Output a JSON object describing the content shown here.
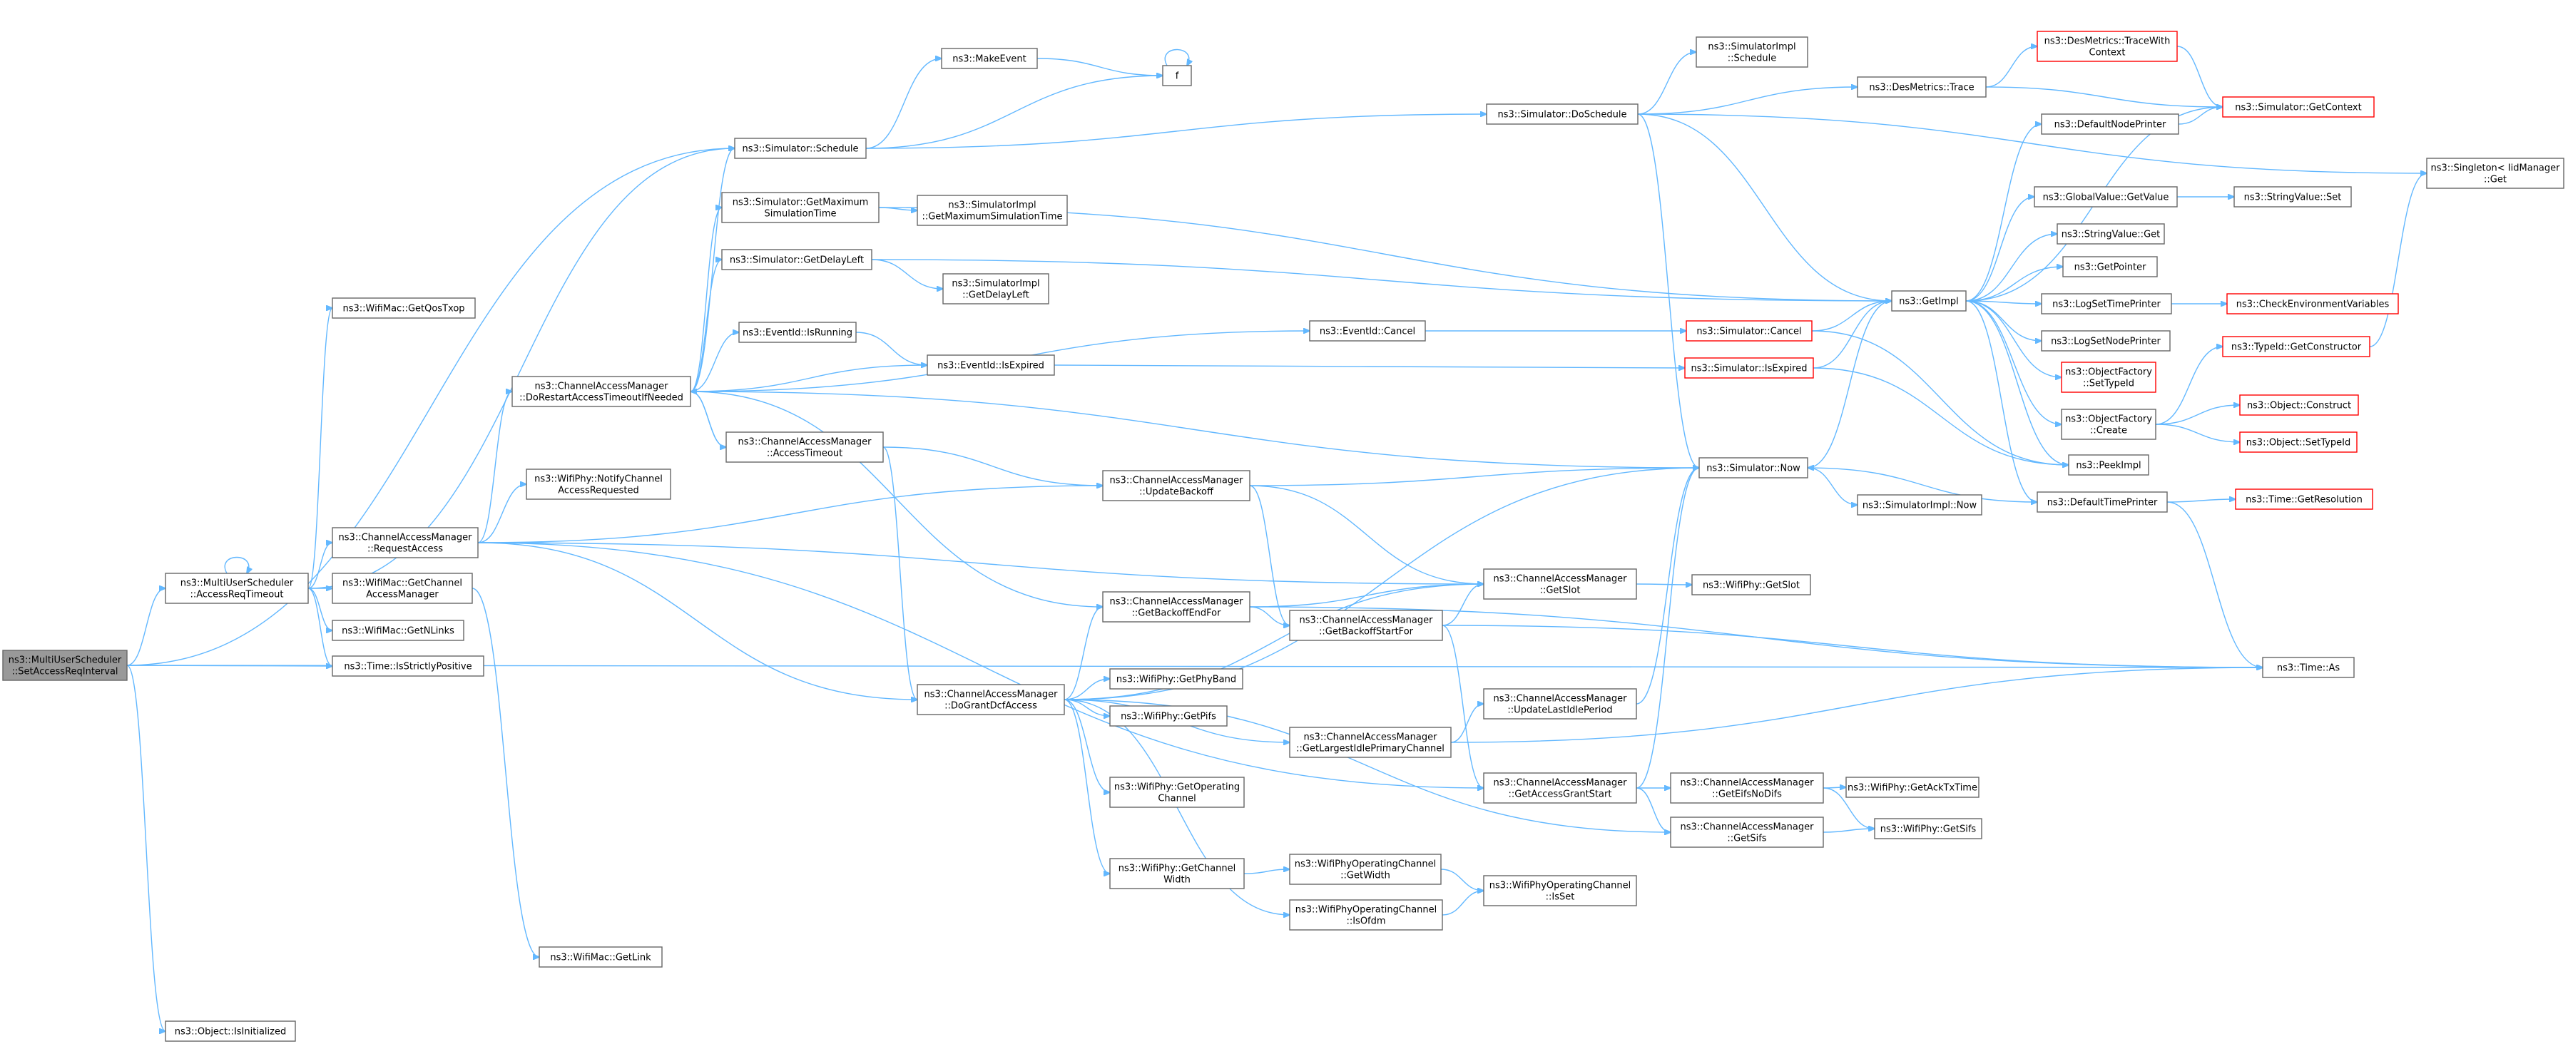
{
  "graph": {
    "nodes": [
      {
        "id": "root",
        "lines": [
          "ns3::MultiUserScheduler",
          "::SetAccessReqInterval"
        ],
        "style": "root"
      },
      {
        "id": "murto",
        "lines": [
          "ns3::MultiUserScheduler",
          "::AccessReqTimeout"
        ]
      },
      {
        "id": "objinit",
        "lines": [
          "ns3::Object::IsInitialized"
        ]
      },
      {
        "id": "strict",
        "lines": [
          "ns3::Time::IsStrictlyPositive"
        ]
      },
      {
        "id": "getnlinks",
        "lines": [
          "ns3::WifiMac::GetNLinks"
        ]
      },
      {
        "id": "getcam",
        "lines": [
          "ns3::WifiMac::GetChannel",
          "AccessManager"
        ]
      },
      {
        "id": "getqos",
        "lines": [
          "ns3::WifiMac::GetQosTxop"
        ]
      },
      {
        "id": "reqacc",
        "lines": [
          "ns3::ChannelAccessManager",
          "::RequestAccess"
        ]
      },
      {
        "id": "getlink",
        "lines": [
          "ns3::WifiMac::GetLink"
        ]
      },
      {
        "id": "notify",
        "lines": [
          "ns3::WifiPhy::NotifyChannel",
          "AccessRequested"
        ]
      },
      {
        "id": "dorestart",
        "lines": [
          "ns3::ChannelAccessManager",
          "::DoRestartAccessTimeoutIfNeeded"
        ]
      },
      {
        "id": "schedule",
        "lines": [
          "ns3::Simulator::Schedule"
        ]
      },
      {
        "id": "makeevent",
        "lines": [
          "ns3::MakeEvent"
        ]
      },
      {
        "id": "f",
        "lines": [
          "f"
        ]
      },
      {
        "id": "getmaxsim",
        "lines": [
          "ns3::Simulator::GetMaximum",
          "SimulationTime"
        ]
      },
      {
        "id": "simimpl_getmax",
        "lines": [
          "ns3::SimulatorImpl",
          "::GetMaximumSimulationTime"
        ]
      },
      {
        "id": "getdelay",
        "lines": [
          "ns3::Simulator::GetDelayLeft"
        ]
      },
      {
        "id": "simimpl_getdelay",
        "lines": [
          "ns3::SimulatorImpl",
          "::GetDelayLeft"
        ]
      },
      {
        "id": "isrunning",
        "lines": [
          "ns3::EventId::IsRunning"
        ]
      },
      {
        "id": "isexpired",
        "lines": [
          "ns3::EventId::IsExpired"
        ]
      },
      {
        "id": "acctimeout",
        "lines": [
          "ns3::ChannelAccessManager",
          "::AccessTimeout"
        ]
      },
      {
        "id": "dogrant",
        "lines": [
          "ns3::ChannelAccessManager",
          "::DoGrantDcfAccess"
        ]
      },
      {
        "id": "updback",
        "lines": [
          "ns3::ChannelAccessManager",
          "::UpdateBackoff"
        ]
      },
      {
        "id": "getbackend",
        "lines": [
          "ns3::ChannelAccessManager",
          "::GetBackoffEndFor"
        ]
      },
      {
        "id": "getbackstart",
        "lines": [
          "ns3::ChannelAccessManager",
          "::GetBackoffStartFor"
        ]
      },
      {
        "id": "getphyband",
        "lines": [
          "ns3::WifiPhy::GetPhyBand"
        ]
      },
      {
        "id": "getpifs",
        "lines": [
          "ns3::WifiPhy::GetPifs"
        ]
      },
      {
        "id": "getopchan",
        "lines": [
          "ns3::WifiPhy::GetOperating",
          "Channel"
        ]
      },
      {
        "id": "getchanwidth",
        "lines": [
          "ns3::WifiPhy::GetChannel",
          "Width"
        ]
      },
      {
        "id": "wpoc_getwidth",
        "lines": [
          "ns3::WifiPhyOperatingChannel",
          "::GetWidth"
        ]
      },
      {
        "id": "wpoc_isofdm",
        "lines": [
          "ns3::WifiPhyOperatingChannel",
          "::IsOfdm"
        ]
      },
      {
        "id": "wpoc_isset",
        "lines": [
          "ns3::WifiPhyOperatingChannel",
          "::IsSet"
        ]
      },
      {
        "id": "getlargest",
        "lines": [
          "ns3::ChannelAccessManager",
          "::GetLargestIdlePrimaryChannel"
        ]
      },
      {
        "id": "updlastidle",
        "lines": [
          "ns3::ChannelAccessManager",
          "::UpdateLastIdlePeriod"
        ]
      },
      {
        "id": "getaccgrant",
        "lines": [
          "ns3::ChannelAccessManager",
          "::GetAccessGrantStart"
        ]
      },
      {
        "id": "geteifs",
        "lines": [
          "ns3::ChannelAccessManager",
          "::GetEifsNoDifs"
        ]
      },
      {
        "id": "cam_getsifs",
        "lines": [
          "ns3::ChannelAccessManager",
          "::GetSifs"
        ]
      },
      {
        "id": "getacktx",
        "lines": [
          "ns3::WifiPhy::GetAckTxTime"
        ]
      },
      {
        "id": "phy_getsifs",
        "lines": [
          "ns3::WifiPhy::GetSifs"
        ]
      },
      {
        "id": "cam_getslot",
        "lines": [
          "ns3::ChannelAccessManager",
          "::GetSlot"
        ]
      },
      {
        "id": "phy_getslot",
        "lines": [
          "ns3::WifiPhy::GetSlot"
        ]
      },
      {
        "id": "eventcancel",
        "lines": [
          "ns3::EventId::Cancel"
        ]
      },
      {
        "id": "simcancel",
        "lines": [
          "ns3::Simulator::Cancel"
        ],
        "style": "trunc"
      },
      {
        "id": "simisexpired",
        "lines": [
          "ns3::Simulator::IsExpired"
        ],
        "style": "trunc"
      },
      {
        "id": "simnow",
        "lines": [
          "ns3::Simulator::Now"
        ]
      },
      {
        "id": "simimplnow",
        "lines": [
          "ns3::SimulatorImpl::Now"
        ]
      },
      {
        "id": "doschedule",
        "lines": [
          "ns3::Simulator::DoSchedule"
        ]
      },
      {
        "id": "simimpl_sched",
        "lines": [
          "ns3::SimulatorImpl",
          "::Schedule"
        ]
      },
      {
        "id": "desmtrace",
        "lines": [
          "ns3::DesMetrics::Trace"
        ]
      },
      {
        "id": "desmtracectx",
        "lines": [
          "ns3::DesMetrics::TraceWith",
          "Context"
        ],
        "style": "trunc"
      },
      {
        "id": "getcontext",
        "lines": [
          "ns3::Simulator::GetContext"
        ],
        "style": "trunc"
      },
      {
        "id": "getimpl",
        "lines": [
          "ns3::GetImpl"
        ]
      },
      {
        "id": "defnodeprinter",
        "lines": [
          "ns3::DefaultNodePrinter"
        ]
      },
      {
        "id": "gvgetvalue",
        "lines": [
          "ns3::GlobalValue::GetValue"
        ]
      },
      {
        "id": "strvalset",
        "lines": [
          "ns3::StringValue::Set"
        ]
      },
      {
        "id": "strvalget",
        "lines": [
          "ns3::StringValue::Get"
        ]
      },
      {
        "id": "getpointer",
        "lines": [
          "ns3::GetPointer"
        ]
      },
      {
        "id": "logsettime",
        "lines": [
          "ns3::LogSetTimePrinter"
        ]
      },
      {
        "id": "checkenv",
        "lines": [
          "ns3::CheckEnvironmentVariables"
        ],
        "style": "trunc"
      },
      {
        "id": "logsetnode",
        "lines": [
          "ns3::LogSetNodePrinter"
        ]
      },
      {
        "id": "objfact_settype",
        "lines": [
          "ns3::ObjectFactory",
          "::SetTypeId"
        ],
        "style": "trunc"
      },
      {
        "id": "objfact_create",
        "lines": [
          "ns3::ObjectFactory",
          "::Create"
        ]
      },
      {
        "id": "peekimpl",
        "lines": [
          "ns3::PeekImpl"
        ]
      },
      {
        "id": "deftimeprinter",
        "lines": [
          "ns3::DefaultTimePrinter"
        ]
      },
      {
        "id": "getresolution",
        "lines": [
          "ns3::Time::GetResolution"
        ],
        "style": "trunc"
      },
      {
        "id": "typeid_getctor",
        "lines": [
          "ns3::TypeId::GetConstructor"
        ],
        "style": "trunc"
      },
      {
        "id": "objconstruct",
        "lines": [
          "ns3::Object::Construct"
        ],
        "style": "trunc"
      },
      {
        "id": "objsettype",
        "lines": [
          "ns3::Object::SetTypeId"
        ],
        "style": "trunc"
      },
      {
        "id": "singleton",
        "lines": [
          "ns3::Singleton< IidManager",
          "::Get"
        ]
      },
      {
        "id": "timeas",
        "lines": [
          "ns3::Time::As"
        ]
      }
    ],
    "edges": [
      [
        "root",
        "murto"
      ],
      [
        "root",
        "schedule"
      ],
      [
        "root",
        "strict"
      ],
      [
        "root",
        "objinit"
      ],
      [
        "root",
        "timeas"
      ],
      [
        "murto",
        "murto"
      ],
      [
        "murto",
        "getqos"
      ],
      [
        "murto",
        "reqacc"
      ],
      [
        "murto",
        "getcam"
      ],
      [
        "murto",
        "getnlinks"
      ],
      [
        "murto",
        "strict"
      ],
      [
        "murto",
        "schedule"
      ],
      [
        "getcam",
        "getlink"
      ],
      [
        "reqacc",
        "dorestart"
      ],
      [
        "reqacc",
        "notify"
      ],
      [
        "reqacc",
        "updback"
      ],
      [
        "reqacc",
        "cam_getslot"
      ],
      [
        "reqacc",
        "dogrant"
      ],
      [
        "reqacc",
        "getaccgrant"
      ],
      [
        "dorestart",
        "schedule"
      ],
      [
        "dorestart",
        "getmaxsim"
      ],
      [
        "dorestart",
        "getdelay"
      ],
      [
        "dorestart",
        "isrunning"
      ],
      [
        "dorestart",
        "isexpired"
      ],
      [
        "dorestart",
        "eventcancel"
      ],
      [
        "dorestart",
        "acctimeout"
      ],
      [
        "dorestart",
        "simnow"
      ],
      [
        "dorestart",
        "getbackend"
      ],
      [
        "acctimeout",
        "dorestart"
      ],
      [
        "acctimeout",
        "updback"
      ],
      [
        "acctimeout",
        "dogrant"
      ],
      [
        "schedule",
        "makeevent"
      ],
      [
        "schedule",
        "f"
      ],
      [
        "schedule",
        "doschedule"
      ],
      [
        "makeevent",
        "f"
      ],
      [
        "f",
        "f"
      ],
      [
        "getmaxsim",
        "simimpl_getmax"
      ],
      [
        "getmaxsim",
        "getimpl"
      ],
      [
        "getdelay",
        "simimpl_getdelay"
      ],
      [
        "getdelay",
        "getimpl"
      ],
      [
        "isrunning",
        "isexpired"
      ],
      [
        "isexpired",
        "simisexpired"
      ],
      [
        "eventcancel",
        "simcancel"
      ],
      [
        "simcancel",
        "getimpl"
      ],
      [
        "simcancel",
        "peekimpl"
      ],
      [
        "simisexpired",
        "getimpl"
      ],
      [
        "simisexpired",
        "peekimpl"
      ],
      [
        "doschedule",
        "simimpl_sched"
      ],
      [
        "doschedule",
        "desmtrace"
      ],
      [
        "doschedule",
        "getimpl"
      ],
      [
        "doschedule",
        "simnow"
      ],
      [
        "doschedule",
        "singleton"
      ],
      [
        "desmtrace",
        "desmtracectx"
      ],
      [
        "desmtrace",
        "getcontext"
      ],
      [
        "desmtracectx",
        "getcontext"
      ],
      [
        "dogrant",
        "simnow"
      ],
      [
        "dogrant",
        "getbackend"
      ],
      [
        "dogrant",
        "getphyband"
      ],
      [
        "dogrant",
        "getpifs"
      ],
      [
        "dogrant",
        "getopchan"
      ],
      [
        "dogrant",
        "getchanwidth"
      ],
      [
        "dogrant",
        "wpoc_isofdm"
      ],
      [
        "dogrant",
        "getlargest"
      ],
      [
        "dogrant",
        "cam_getsifs"
      ],
      [
        "dogrant",
        "cam_getslot"
      ],
      [
        "updback",
        "simnow"
      ],
      [
        "updback",
        "cam_getslot"
      ],
      [
        "updback",
        "getbackstart"
      ],
      [
        "getbackend",
        "getbackstart"
      ],
      [
        "getbackend",
        "cam_getslot"
      ],
      [
        "getbackend",
        "timeas"
      ],
      [
        "getbackstart",
        "cam_getslot"
      ],
      [
        "getbackstart",
        "getaccgrant"
      ],
      [
        "getbackstart",
        "timeas"
      ],
      [
        "getchanwidth",
        "wpoc_getwidth"
      ],
      [
        "wpoc_getwidth",
        "wpoc_isset"
      ],
      [
        "wpoc_isofdm",
        "wpoc_isset"
      ],
      [
        "getlargest",
        "updlastidle"
      ],
      [
        "getlargest",
        "timeas"
      ],
      [
        "updlastidle",
        "simnow"
      ],
      [
        "getaccgrant",
        "simnow"
      ],
      [
        "getaccgrant",
        "geteifs"
      ],
      [
        "getaccgrant",
        "cam_getsifs"
      ],
      [
        "geteifs",
        "getacktx"
      ],
      [
        "geteifs",
        "phy_getsifs"
      ],
      [
        "cam_getsifs",
        "phy_getsifs"
      ],
      [
        "cam_getslot",
        "phy_getslot"
      ],
      [
        "simnow",
        "getimpl"
      ],
      [
        "simnow",
        "simimplnow"
      ],
      [
        "getimpl",
        "defnodeprinter"
      ],
      [
        "getimpl",
        "gvgetvalue"
      ],
      [
        "getimpl",
        "strvalget"
      ],
      [
        "getimpl",
        "getpointer"
      ],
      [
        "getimpl",
        "logsettime"
      ],
      [
        "getimpl",
        "logsetnode"
      ],
      [
        "getimpl",
        "objfact_settype"
      ],
      [
        "getimpl",
        "objfact_create"
      ],
      [
        "getimpl",
        "peekimpl"
      ],
      [
        "getimpl",
        "deftimeprinter"
      ],
      [
        "getimpl",
        "getcontext"
      ],
      [
        "defnodeprinter",
        "getcontext"
      ],
      [
        "gvgetvalue",
        "strvalset"
      ],
      [
        "logsettime",
        "checkenv"
      ],
      [
        "objfact_create",
        "typeid_getctor"
      ],
      [
        "objfact_create",
        "objconstruct"
      ],
      [
        "objfact_create",
        "objsettype"
      ],
      [
        "typeid_getctor",
        "singleton"
      ],
      [
        "deftimeprinter",
        "simnow"
      ],
      [
        "deftimeprinter",
        "getresolution"
      ],
      [
        "deftimeprinter",
        "timeas"
      ]
    ]
  }
}
